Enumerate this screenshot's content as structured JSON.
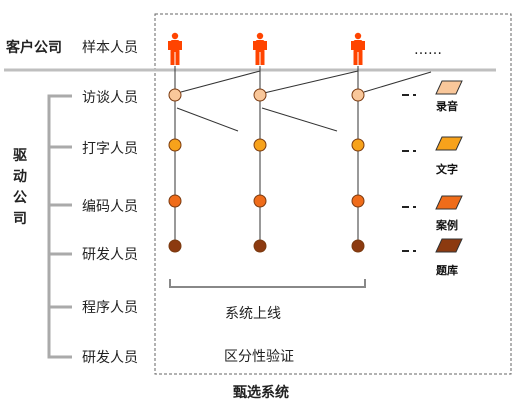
{
  "left_groups": {
    "client": "客户公司",
    "driver": [
      "驱",
      "动",
      "公",
      "司"
    ]
  },
  "roles": {
    "sample": "样本人员",
    "interview": "访谈人员",
    "typing": "打字人员",
    "coding": "编码人员",
    "research": "研发人员",
    "program": "程序人员",
    "research2": "研发人员"
  },
  "ellipsis": "……",
  "system_online": "系统上线",
  "validation": "区分性验证",
  "bottom_title": "甄选系统",
  "legend": [
    {
      "label": "录音",
      "color": "#f9c79a"
    },
    {
      "label": "文字",
      "color": "#f7a21b"
    },
    {
      "label": "案例",
      "color": "#ef6c1a"
    },
    {
      "label": "题库",
      "color": "#8c3a10"
    }
  ],
  "colors": {
    "person": "#ff4400",
    "rec": "#f9c79a",
    "text": "#f7a21b",
    "case": "#ef6c1a",
    "bank": "#8c3a10",
    "separator": "#bfbfbf",
    "bracket": "#aaaaaa",
    "frame": "#666666"
  }
}
